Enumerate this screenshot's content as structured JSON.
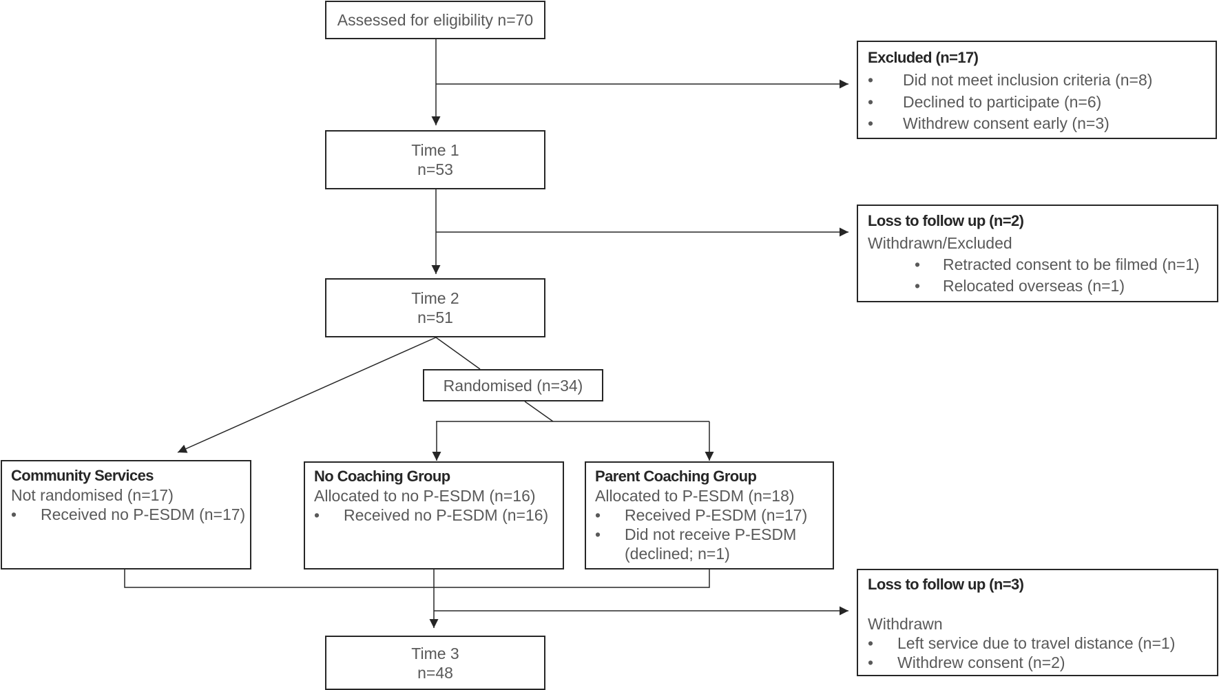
{
  "assessed": {
    "text": "Assessed for eligibility n=70"
  },
  "excluded": {
    "heading": "Excluded (n=17)",
    "items": [
      "Did not meet inclusion criteria (n=8)",
      "Declined to participate (n=6)",
      "Withdrew consent early (n=3)"
    ]
  },
  "time1": {
    "label": "Time 1",
    "n": "n=53"
  },
  "loss1": {
    "heading": "Loss to follow up (n=2)",
    "subheading": "Withdrawn/Excluded",
    "items": [
      "Retracted consent to be filmed (n=1)",
      "Relocated overseas (n=1)"
    ]
  },
  "time2": {
    "label": "Time 2",
    "n": "n=51"
  },
  "randomised": {
    "text": "Randomised (n=34)"
  },
  "community": {
    "heading": "Community Services",
    "subheading": "Not randomised (n=17)",
    "items": [
      "Received no P-ESDM (n=17)"
    ]
  },
  "nocoaching": {
    "heading": "No Coaching Group",
    "subheading": "Allocated to no P-ESDM (n=16)",
    "items": [
      "Received no P-ESDM (n=16)"
    ]
  },
  "parentcoaching": {
    "heading": "Parent Coaching Group",
    "subheading": "Allocated to P-ESDM (n=18)",
    "items": [
      "Received P-ESDM (n=17)",
      "Did not receive P-ESDM",
      "(declined; n=1)"
    ]
  },
  "loss2": {
    "heading": "Loss to follow up (n=3)",
    "subheading": "Withdrawn",
    "items": [
      "Left service due to travel distance (n=1)",
      "Withdrew consent (n=2)"
    ]
  },
  "time3": {
    "label": "Time 3",
    "n": "n=48"
  },
  "bullet": "•"
}
